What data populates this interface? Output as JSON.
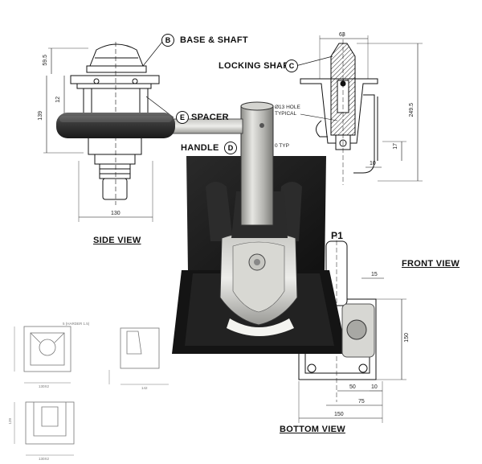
{
  "labels": {
    "base_shaft": "BASE & SHAFT",
    "base_shaft_ref": "B",
    "locking_shaft": "LOCKING SHAFT",
    "locking_shaft_ref": "C",
    "spacer": "SPACER",
    "spacer_ref": "E",
    "handle": "HANDLE",
    "handle_ref": "D",
    "side_view": "SIDE VIEW",
    "front_view": "FRONT VIEW",
    "bottom_view": "BOTTOM VIEW",
    "p1": "P1",
    "hole_note_1": "Ø13 HOLE",
    "hole_note_2": "TYPICAL",
    "typ_note": "0 TYP"
  },
  "dimensions": {
    "d63": "63",
    "d249_5": "249.5",
    "d17": "17",
    "d10_front": "10",
    "d59_5": "59.5",
    "d12": "12",
    "d139": "139",
    "d130": "130",
    "d15": "15",
    "d150_v": "150",
    "d50": "50",
    "d10_bottom": "10",
    "d75": "75",
    "d150_h": "150"
  },
  "thumbnail_notes": {
    "a": "5 (HARDER 1.5)",
    "b": "130X2",
    "c": "142",
    "d": "130X2",
    "e": "139"
  },
  "colors": {
    "ink": "#111111",
    "photo_dark": "#1c1c1c",
    "photo_steel": "#b8b8b4",
    "photo_light": "#e2e2dd"
  }
}
